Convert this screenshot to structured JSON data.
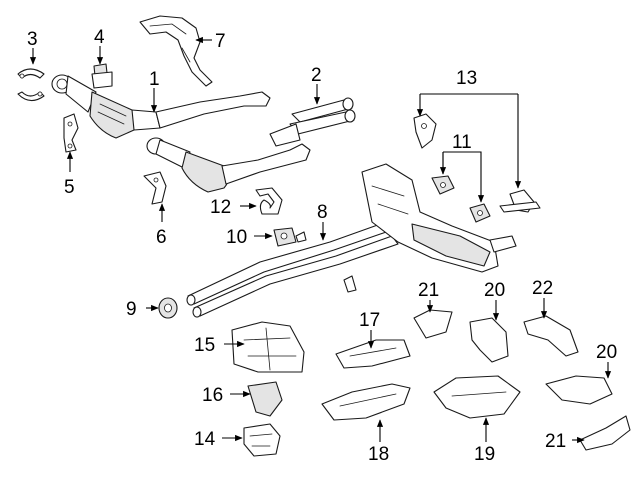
{
  "callouts": {
    "c1": "1",
    "c2": "2",
    "c3": "3",
    "c4": "4",
    "c5": "5",
    "c6": "6",
    "c7": "7",
    "c8": "8",
    "c9": "9",
    "c10": "10",
    "c11": "11",
    "c12": "12",
    "c13": "13",
    "c14": "14",
    "c15": "15",
    "c16": "16",
    "c17": "17",
    "c18": "18",
    "c19": "19",
    "c20a": "20",
    "c20b": "20",
    "c21a": "21",
    "c21b": "21",
    "c22": "22"
  }
}
